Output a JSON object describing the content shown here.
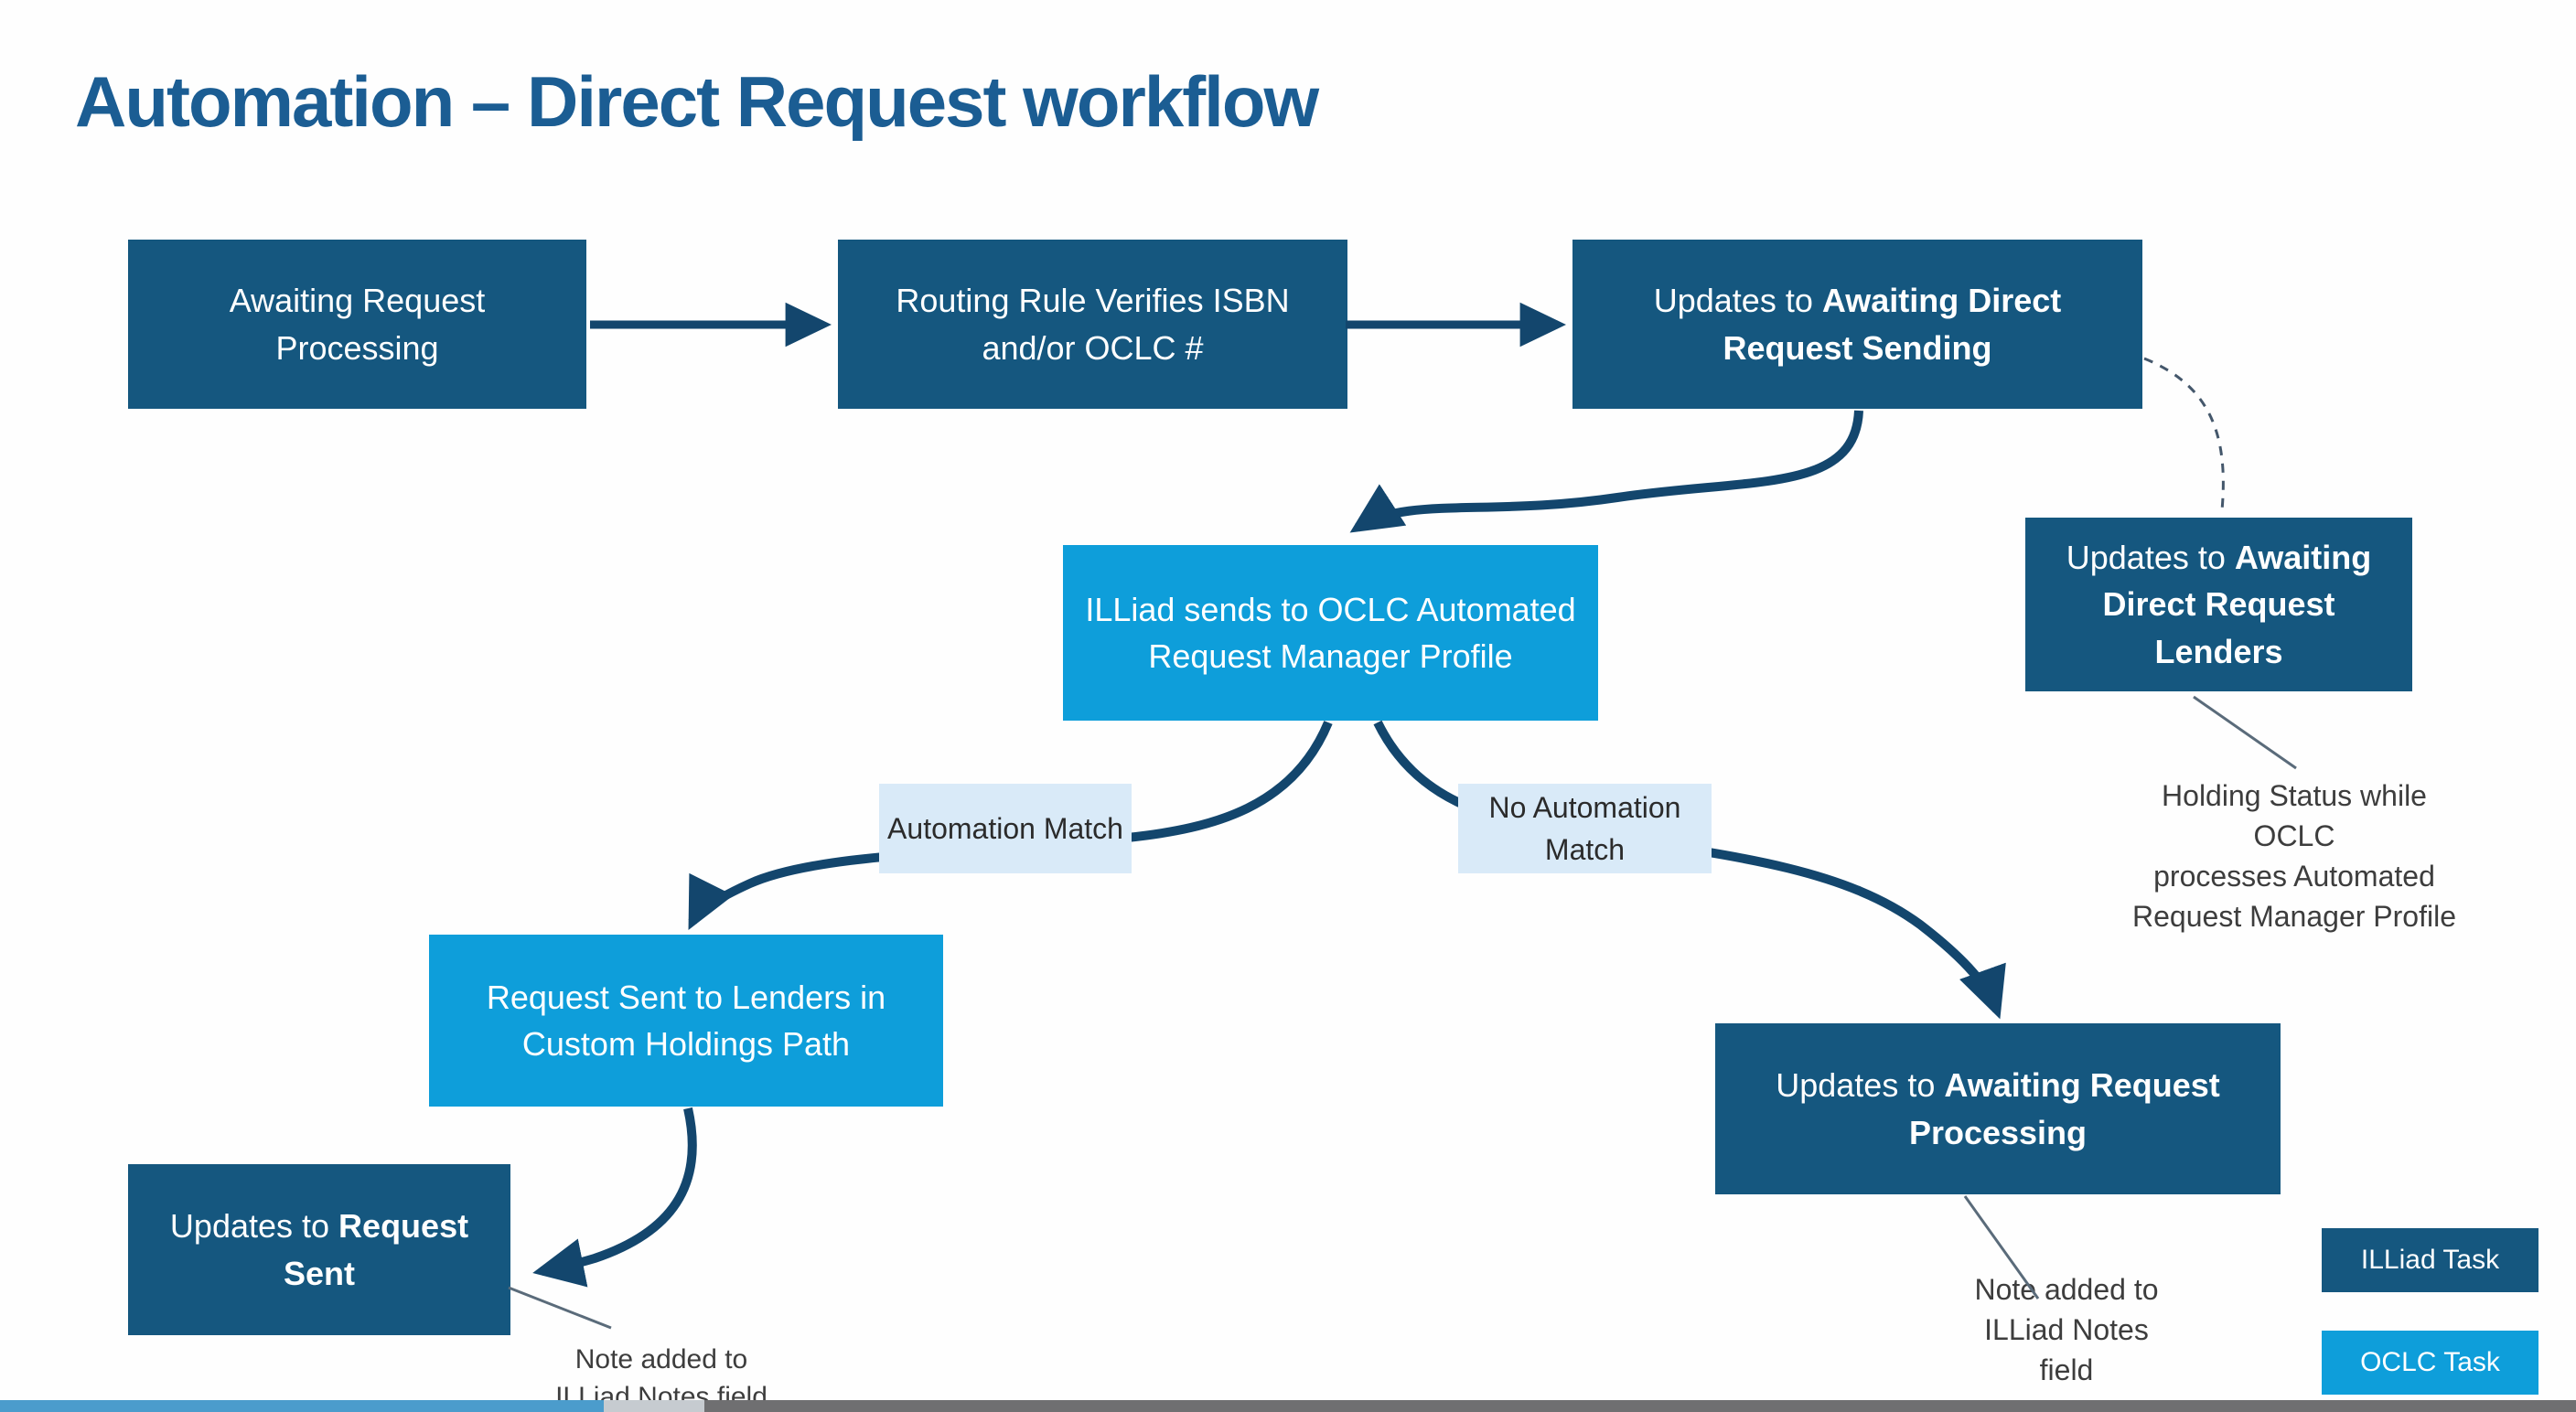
{
  "title": "Automation – Direct Request workflow",
  "colors": {
    "illiad_task": "#15577F",
    "oclc_task": "#0E9EDA",
    "match_label_bg": "#D9EAF8",
    "arrow": "#13466D",
    "title_text": "#1B5D93",
    "annotation_text": "#3D3D3D",
    "progress_played": "#4B9CCC",
    "progress_rest": "#6F6F71"
  },
  "nodes": {
    "awaiting_request_processing": {
      "prefix": "Awaiting Request Processing",
      "bold": "",
      "type": "ILLiad Task"
    },
    "routing_rule": {
      "prefix": "Routing Rule Verifies ISBN and/or OCLC #",
      "bold": "",
      "type": "ILLiad Task"
    },
    "awaiting_direct_sending": {
      "prefix": "Updates to ",
      "bold": "Awaiting Direct Request Sending",
      "type": "ILLiad Task"
    },
    "illiad_sends_oclc": {
      "prefix": "ILLiad sends to OCLC Automated Request Manager Profile",
      "bold": "",
      "type": "OCLC Task"
    },
    "awaiting_direct_lenders": {
      "prefix": "Updates to ",
      "bold": "Awaiting Direct Request Lenders",
      "type": "ILLiad Task"
    },
    "automation_match": {
      "label": "Automation Match"
    },
    "no_automation_match": {
      "label": "No Automation Match"
    },
    "request_sent_lenders": {
      "prefix": "Request Sent to Lenders in Custom Holdings Path",
      "bold": "",
      "type": "OCLC Task"
    },
    "updates_request_sent": {
      "prefix": "Updates to ",
      "bold": "Request Sent",
      "type": "ILLiad Task"
    },
    "updates_awaiting_processing": {
      "prefix": "Updates to ",
      "bold": "Awaiting Request Processing",
      "type": "ILLiad Task"
    }
  },
  "annotations": {
    "holding_status": [
      "Holding Status while OCLC",
      "processes Automated",
      "Request Manager Profile"
    ],
    "note_request_sent": [
      "Note added to",
      "ILLiad Notes field"
    ],
    "note_awaiting_processing": [
      "Note added to",
      "ILLiad Notes",
      "field"
    ]
  },
  "legend": {
    "illiad": "ILLiad Task",
    "oclc": "OCLC Task"
  }
}
